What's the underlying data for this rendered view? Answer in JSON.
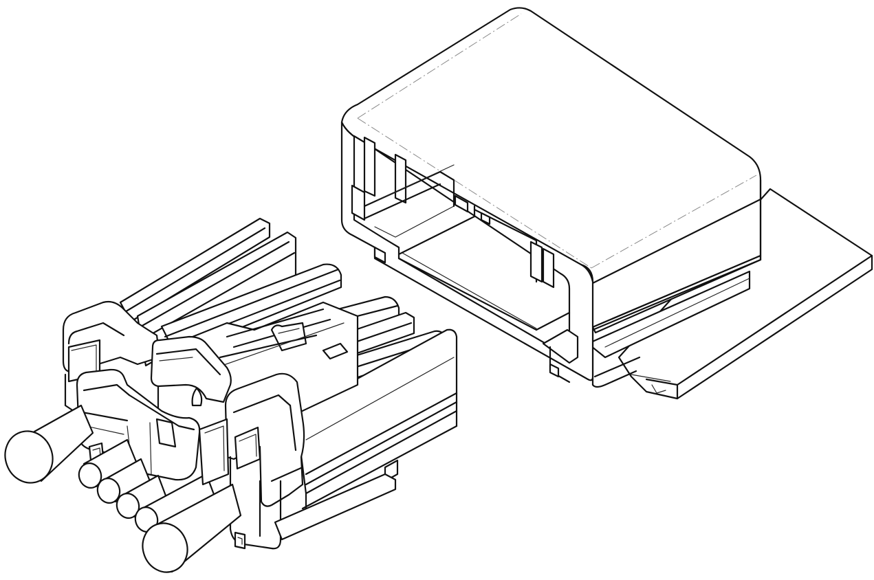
{
  "figure": {
    "parts": [
      {
        "name": "plug-connector-with-cables",
        "icon": "cable-plug-icon"
      },
      {
        "name": "header-receptacle-housing",
        "icon": "receptacle-housing-icon"
      }
    ],
    "cable_count": 6,
    "line_color": "#111111",
    "background": "#ffffff"
  }
}
